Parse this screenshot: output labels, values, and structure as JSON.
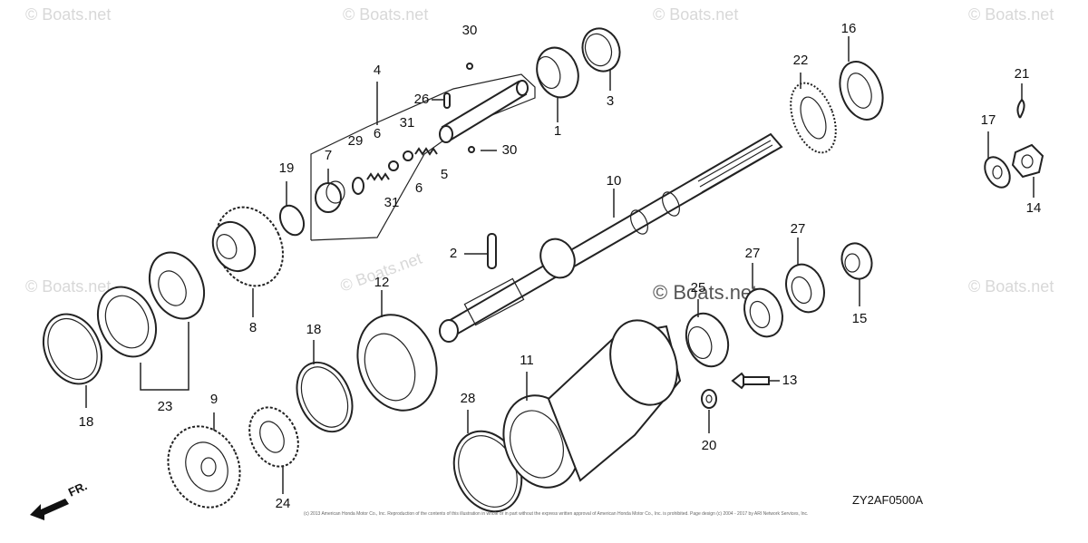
{
  "watermark": "© Boats.net",
  "diagram_code": "ZY2AF0500A",
  "direction_label": "FR.",
  "copyright_text": "(c) 2013 American Honda Motor Co., Inc. Reproduction of the contents of this illustration in whole or in part without the express written approval of American Honda Motor Co., Inc. is prohibited. Page design (c) 2004 - 2017 by ARI Network Services, Inc.",
  "callouts": [
    "1",
    "2",
    "3",
    "4",
    "5",
    "6",
    "6",
    "7",
    "8",
    "9",
    "10",
    "11",
    "12",
    "13",
    "14",
    "15",
    "16",
    "17",
    "18",
    "18",
    "19",
    "20",
    "21",
    "22",
    "23",
    "24",
    "25",
    "26",
    "27",
    "27",
    "28",
    "29",
    "30",
    "30",
    "31",
    "31"
  ]
}
